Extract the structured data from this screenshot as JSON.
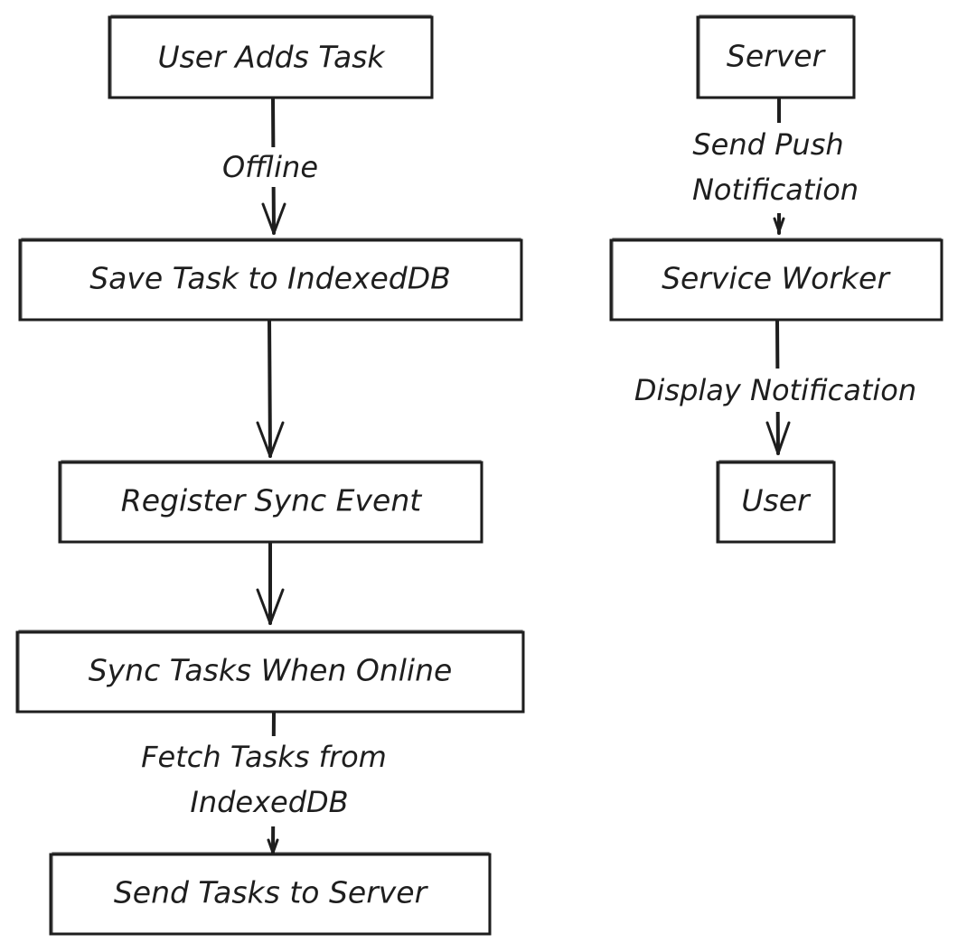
{
  "nodes": {
    "user_adds_task": "User Adds Task",
    "save_task": "Save Task to IndexedDB",
    "register_sync": "Register Sync Event",
    "sync_tasks": "Sync Tasks When Online",
    "send_tasks": "Send Tasks to Server",
    "server": "Server",
    "service_worker": "Service Worker",
    "user": "User"
  },
  "edges": {
    "offline": "Offline",
    "fetch_tasks_line1": "Fetch Tasks from",
    "fetch_tasks_line2": "IndexedDB",
    "send_push_line1": "Send Push",
    "send_push_line2": "Notification",
    "display_notification": "Display Notification"
  },
  "colors": {
    "stroke": "#1e1e1e",
    "fill": "#ffffff"
  }
}
